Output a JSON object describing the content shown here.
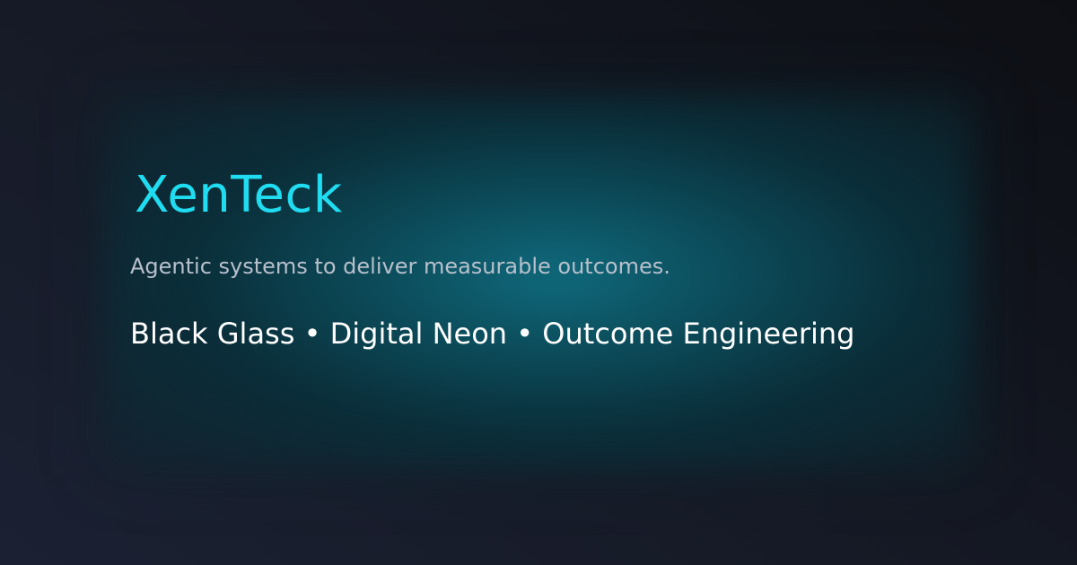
{
  "hero": {
    "brand": "XenTeck",
    "tagline": "Agentic systems to deliver measurable outcomes.",
    "pillars": "Black Glass • Digital Neon • Outcome Engineering"
  },
  "colors": {
    "brand_accent": "#1fdcf0",
    "glow": "#0f6f82",
    "background": "#161a26",
    "tagline_text": "#b7c0cc",
    "pillars_text": "#ffffff"
  }
}
